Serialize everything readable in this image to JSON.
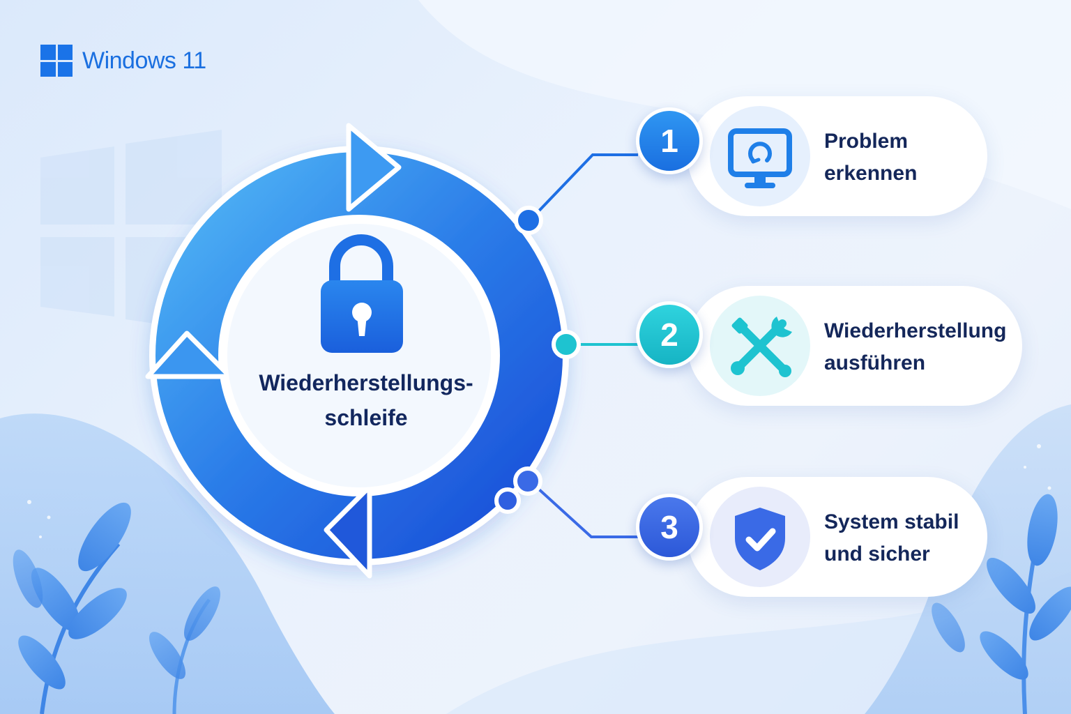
{
  "brand": {
    "logo_icon": "windows-logo-icon",
    "name": "Windows 11"
  },
  "center": {
    "icon": "padlock-icon",
    "title_line1": "Wiederherstellungs-",
    "title_line2": "schleife"
  },
  "steps": [
    {
      "number": "1",
      "icon": "monitor-refresh-icon",
      "line1": "Problem",
      "line2": "erkennen",
      "color": "#1f7fe8"
    },
    {
      "number": "2",
      "icon": "wrench-screwdriver-icon",
      "line1": "Wiederherstellung",
      "line2": "ausführen",
      "color": "#1ec3d0"
    },
    {
      "number": "3",
      "icon": "shield-check-icon",
      "line1": "System stabil",
      "line2": "und sicher",
      "color": "#3a6ae6"
    }
  ],
  "colors": {
    "accent": "#1a73e8",
    "ring_light": "#4fb4f5",
    "ring_dark": "#1a4fd8",
    "teal": "#1ec3d0",
    "text_dark": "#12275e"
  }
}
